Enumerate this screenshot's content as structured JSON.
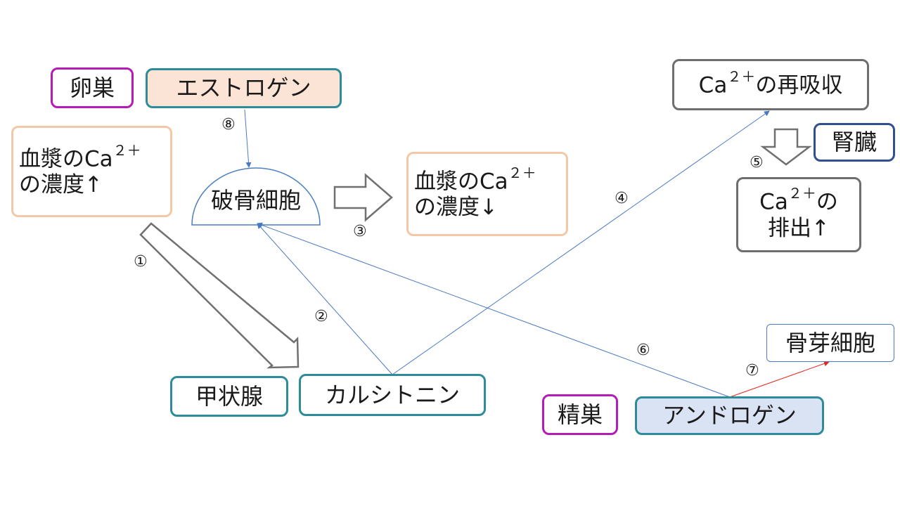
{
  "nodes": {
    "ovary": "卵巣",
    "estrogen": "エストロゲン",
    "plasma_ca_up": {
      "line1a": "血漿のCa",
      "line1sup": "２＋",
      "line2": "の濃度↑"
    },
    "osteoclast": "破骨細胞",
    "plasma_ca_down": {
      "line1a": "血漿のCa",
      "line1sup": "２＋",
      "line2": "の濃度↓"
    },
    "ca_reabsorption": {
      "a": "Ca",
      "sup": "２＋",
      "b": "の再吸収"
    },
    "kidney": "腎臓",
    "ca_excretion": {
      "line1a": "Ca",
      "line1sup": "２＋",
      "line1b": "の",
      "line2": "排出↑"
    },
    "thyroid": "甲状腺",
    "calcitonin": "カルシトニン",
    "osteocyte": "骨芽細胞",
    "testis": "精巣",
    "androgen": "アンドロゲン"
  },
  "labels": {
    "l1": "①",
    "l2": "②",
    "l3": "③",
    "l4": "④",
    "l5": "⑤",
    "l6": "⑥",
    "l7": "⑦",
    "l8": "⑧"
  },
  "colors": {
    "magenta_border": "#b51bb5",
    "teal_border": "#2e8b99",
    "peach_border": "#f3c8a8",
    "gray_border": "#6e6e6e",
    "navy_border": "#2f4f8f",
    "blue_border": "#4a7fc1",
    "estrogen_fill": "#fbe3d6",
    "androgen_fill": "#dae3f3",
    "blue_line": "#4a78c2",
    "red_line": "#e8241c",
    "outline_arrow": "#707070"
  }
}
